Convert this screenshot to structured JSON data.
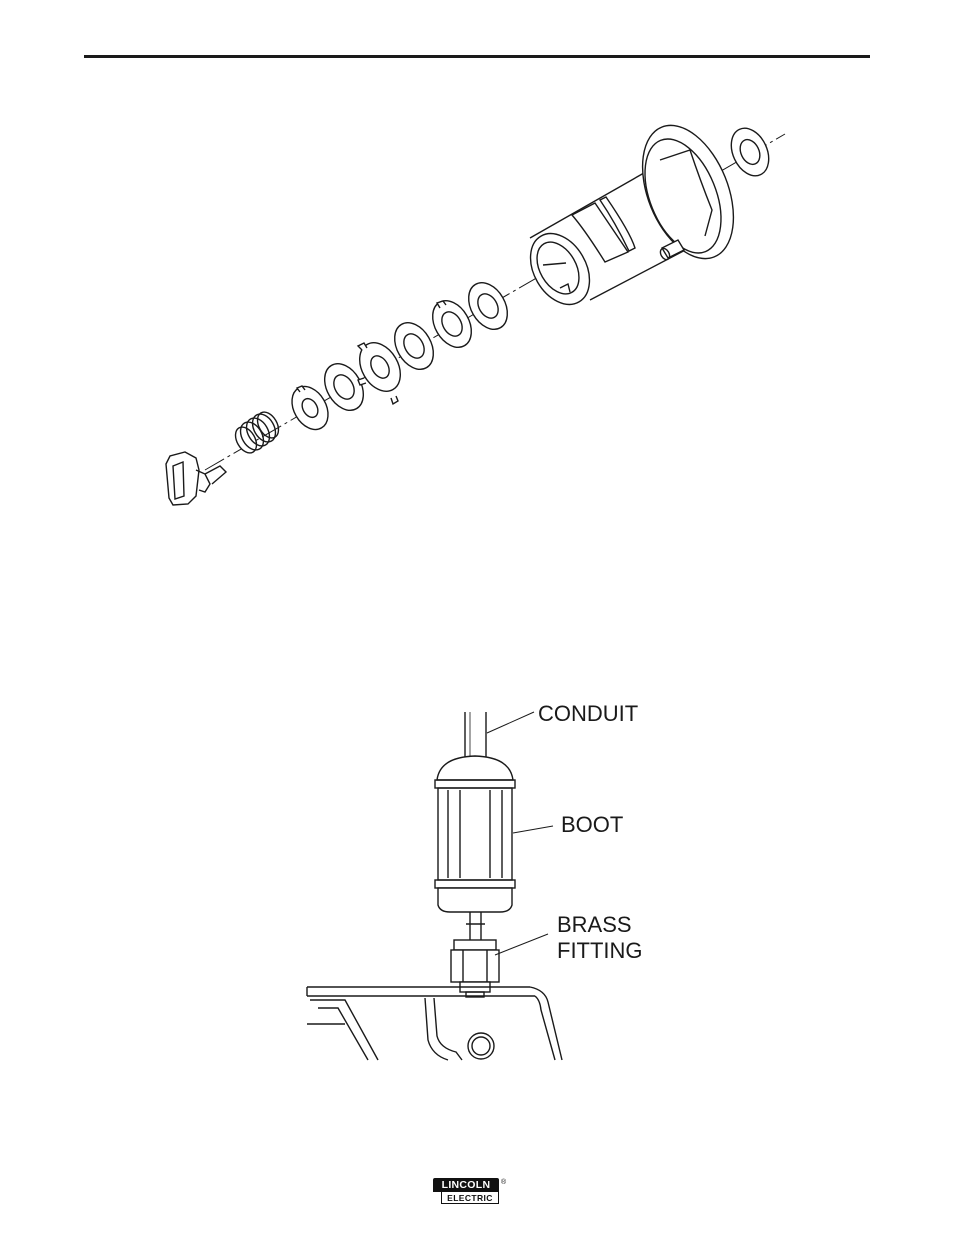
{
  "figure2": {
    "labels": {
      "conduit": "CONDUIT",
      "boot": "BOOT",
      "brass_line1": "BRASS",
      "brass_line2": "FITTING"
    }
  },
  "footer": {
    "logo_top": "LINCOLN",
    "logo_bottom": "ELECTRIC",
    "logo_reg": "®"
  }
}
